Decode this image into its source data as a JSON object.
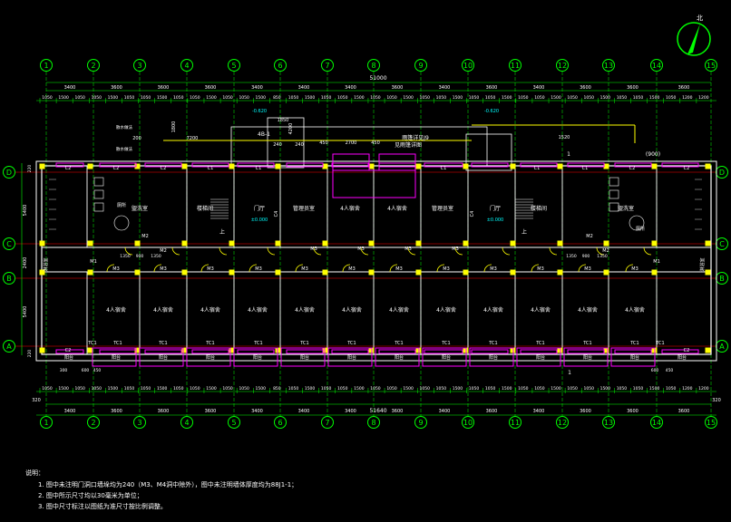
{
  "colors": {
    "background": "#000000",
    "wall": "#ffffff",
    "axis": "#00ff00",
    "dim": "#00ff00",
    "red_axis": "#ff0000",
    "column": "#ffff00",
    "window": "#ff00ff",
    "door": "#ffff00",
    "text": "#ffffff",
    "cyan": "#00ffff",
    "compass": "#00ff00"
  },
  "north_label": "北",
  "axes_columns": [
    "1",
    "2",
    "3",
    "4",
    "5",
    "6",
    "7",
    "8",
    "9",
    "10",
    "11",
    "12",
    "13",
    "14",
    "15"
  ],
  "axes_rows": [
    "D",
    "C",
    "B",
    "A"
  ],
  "top_overall_dim": "51000",
  "bottom_overall_dim": "51640",
  "bay_dims": [
    "3400",
    "3600",
    "3600",
    "3600",
    "3400",
    "3400",
    "3400",
    "3600",
    "3400",
    "3600",
    "3400",
    "3600",
    "3600",
    "3600"
  ],
  "top_sub_dims": [
    "1050",
    "1500",
    "1050",
    "1050",
    "1500",
    "1050",
    "1050",
    "1500",
    "1050",
    "1050",
    "1500",
    "1050",
    "1050",
    "1500",
    "850",
    "1050",
    "1500",
    "1050",
    "1050",
    "1500",
    "1050",
    "1050",
    "1500",
    "1050",
    "1050",
    "1500",
    "1050",
    "1050",
    "1500",
    "1050",
    "1050",
    "1500",
    "1050",
    "1050",
    "1500",
    "1050",
    "1050",
    "1500",
    "1050",
    "1200",
    "1200"
  ],
  "bottom_sub_dims": [
    "1050",
    "1500",
    "1050",
    "1050",
    "1500",
    "1050",
    "1050",
    "1500",
    "1050",
    "1050",
    "1500",
    "1050",
    "1050",
    "1500",
    "850",
    "1050",
    "1500",
    "1050",
    "1050",
    "1500",
    "1050",
    "1050",
    "1500",
    "1050",
    "1050",
    "1500",
    "1050",
    "1050",
    "1500",
    "1050",
    "1050",
    "1500",
    "1050",
    "1050",
    "1500",
    "1050",
    "1050",
    "1500",
    "1050",
    "1200",
    "1200"
  ],
  "left_dims": [
    "5400",
    "2400",
    "5400"
  ],
  "left_small": [
    "220",
    "220"
  ],
  "edge_dims": [
    "320",
    "320"
  ],
  "top_labels": {
    "elev1": "-0.620",
    "elev2": "-0.620",
    "stair_tag": "4B-1",
    "stair_dim": "1850",
    "n240a": "240",
    "n240b": "240",
    "n200": "200",
    "n1800": "1800",
    "n4200": "4200",
    "n7200": "7200",
    "n450a": "450",
    "n2700": "2700",
    "n450b": "450",
    "canopy": "雨篷详见J9",
    "canopy_sub": "见雨篷详图",
    "n1520": "1520",
    "seal_no": "(900)",
    "callout1": "1",
    "note_a": "散水做法",
    "note_b": "散水做法"
  },
  "row_d_labels": [
    "C2",
    "C2",
    "C2",
    "C1",
    "C1",
    "C1",
    "C1",
    "C1",
    "C2",
    "C2"
  ],
  "tc_labels": [
    "TC1",
    "TC1",
    "TC1",
    "TC1",
    "TC1",
    "TC1",
    "TC1",
    "TC1",
    "TC1",
    "TC1",
    "TC1",
    "TC1",
    "TC1",
    "TC1"
  ],
  "c2_bottom": [
    "C2",
    "C2"
  ],
  "rooms_top": [
    "盥洗室",
    "楼梯间",
    "门厅",
    "管理员室",
    "4人宿舍",
    "4人宿舍",
    "管理员室",
    "门厅",
    "楼梯间",
    "盥洗室"
  ],
  "rooms_bottom": [
    "4人宿舍",
    "4人宿舍",
    "4人宿舍",
    "4人宿舍",
    "4人宿舍",
    "4人宿舍",
    "4人宿舍",
    "4人宿舍",
    "4人宿舍",
    "4人宿舍",
    "4人宿舍",
    "4人宿舍"
  ],
  "balconies": [
    "阳台",
    "阳台",
    "阳台",
    "阳台",
    "阳台",
    "阳台",
    "阳台",
    "阳台",
    "阳台",
    "阳台",
    "阳台",
    "阳台",
    "阳台",
    "阳台"
  ],
  "door_tags_m3": [
    "M3",
    "M3",
    "M3",
    "M3",
    "M3",
    "M3",
    "M3",
    "M3",
    "M3",
    "M3",
    "M3",
    "M3",
    "M3",
    "M3",
    "M3",
    "M3"
  ],
  "door_tags_m2": [
    "M2",
    "M2",
    "M2",
    "M2"
  ],
  "door_tags_m1": [
    "M1",
    "M1"
  ],
  "lobby_elev": [
    "±0.000",
    "±0.000"
  ],
  "stair_up": [
    "上",
    "上"
  ],
  "side_rooms": [
    "淋浴室",
    "淋浴室"
  ],
  "toilet": [
    "厕所",
    "厕所"
  ],
  "c4_tags": [
    "C4",
    "C4"
  ],
  "small_dims_left": [
    "1350",
    "900",
    "1350"
  ],
  "small_dims_right": [
    "1350",
    "900",
    "1350"
  ],
  "bottom_dims_extra": [
    "300",
    "600",
    "450",
    "600",
    "450"
  ],
  "notes": {
    "title": "说明：",
    "lines": [
      "1. 图中未注明门洞口墙垛均为240（M3、M4洞中除外），图中未注明墙体厚度均为88J1-1；",
      "2. 图中所示尺寸均以30毫米为单位；",
      "3. 图中尺寸标注以图纸为准尺寸按比例调整。"
    ]
  }
}
